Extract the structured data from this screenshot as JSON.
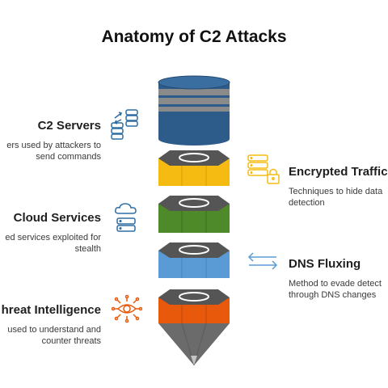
{
  "title": "Anatomy of C2 Attacks",
  "left_items": [
    {
      "title": "C2 Servers",
      "desc_line1": "ers used by attackers to",
      "desc_line2": "send commands",
      "icon": "server-exchange-icon"
    },
    {
      "title": "Cloud Services",
      "desc_line1": "ed services exploited for",
      "desc_line2": "stealth",
      "icon": "cloud-server-icon"
    },
    {
      "title": "hreat Intelligence",
      "desc_line1": "used to understand and",
      "desc_line2": "counter threats",
      "icon": "eye-network-icon"
    }
  ],
  "right_items": [
    {
      "title": "Encrypted Traffic",
      "desc_line1": "Techniques to hide data",
      "desc_line2": "detection",
      "icon": "server-lock-icon"
    },
    {
      "title": "DNS Fluxing",
      "desc_line1": "Method to evade detect",
      "desc_line2": "through DNS changes",
      "icon": "arrows-exchange-icon"
    }
  ],
  "colors": {
    "cylinder": "#2e5c8a",
    "yellow": "#f5bb12",
    "green": "#4f8a2a",
    "light_blue": "#5b9bd5",
    "orange": "#e8590c",
    "cone": "#6b6b6b",
    "icon": "#2e6da4"
  }
}
